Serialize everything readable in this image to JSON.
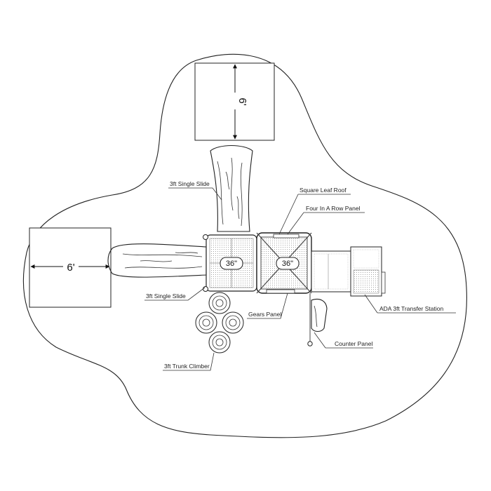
{
  "dimensions": {
    "top_zone": "6'",
    "left_zone": "6'"
  },
  "decks": {
    "left_height": "36\"",
    "right_height": "36\""
  },
  "labels": {
    "top_slide": "3ft Single Slide",
    "square_leaf_roof": "Square Leaf Roof",
    "four_in_a_row_panel": "Four In A Row Panel",
    "left_slide": "3ft Single Slide",
    "ada_transfer": "ADA 3ft Transfer Station",
    "gears_panel": "Gears Panel",
    "counter_panel": "Counter Panel",
    "trunk_climber": "3ft Trunk Climber"
  }
}
